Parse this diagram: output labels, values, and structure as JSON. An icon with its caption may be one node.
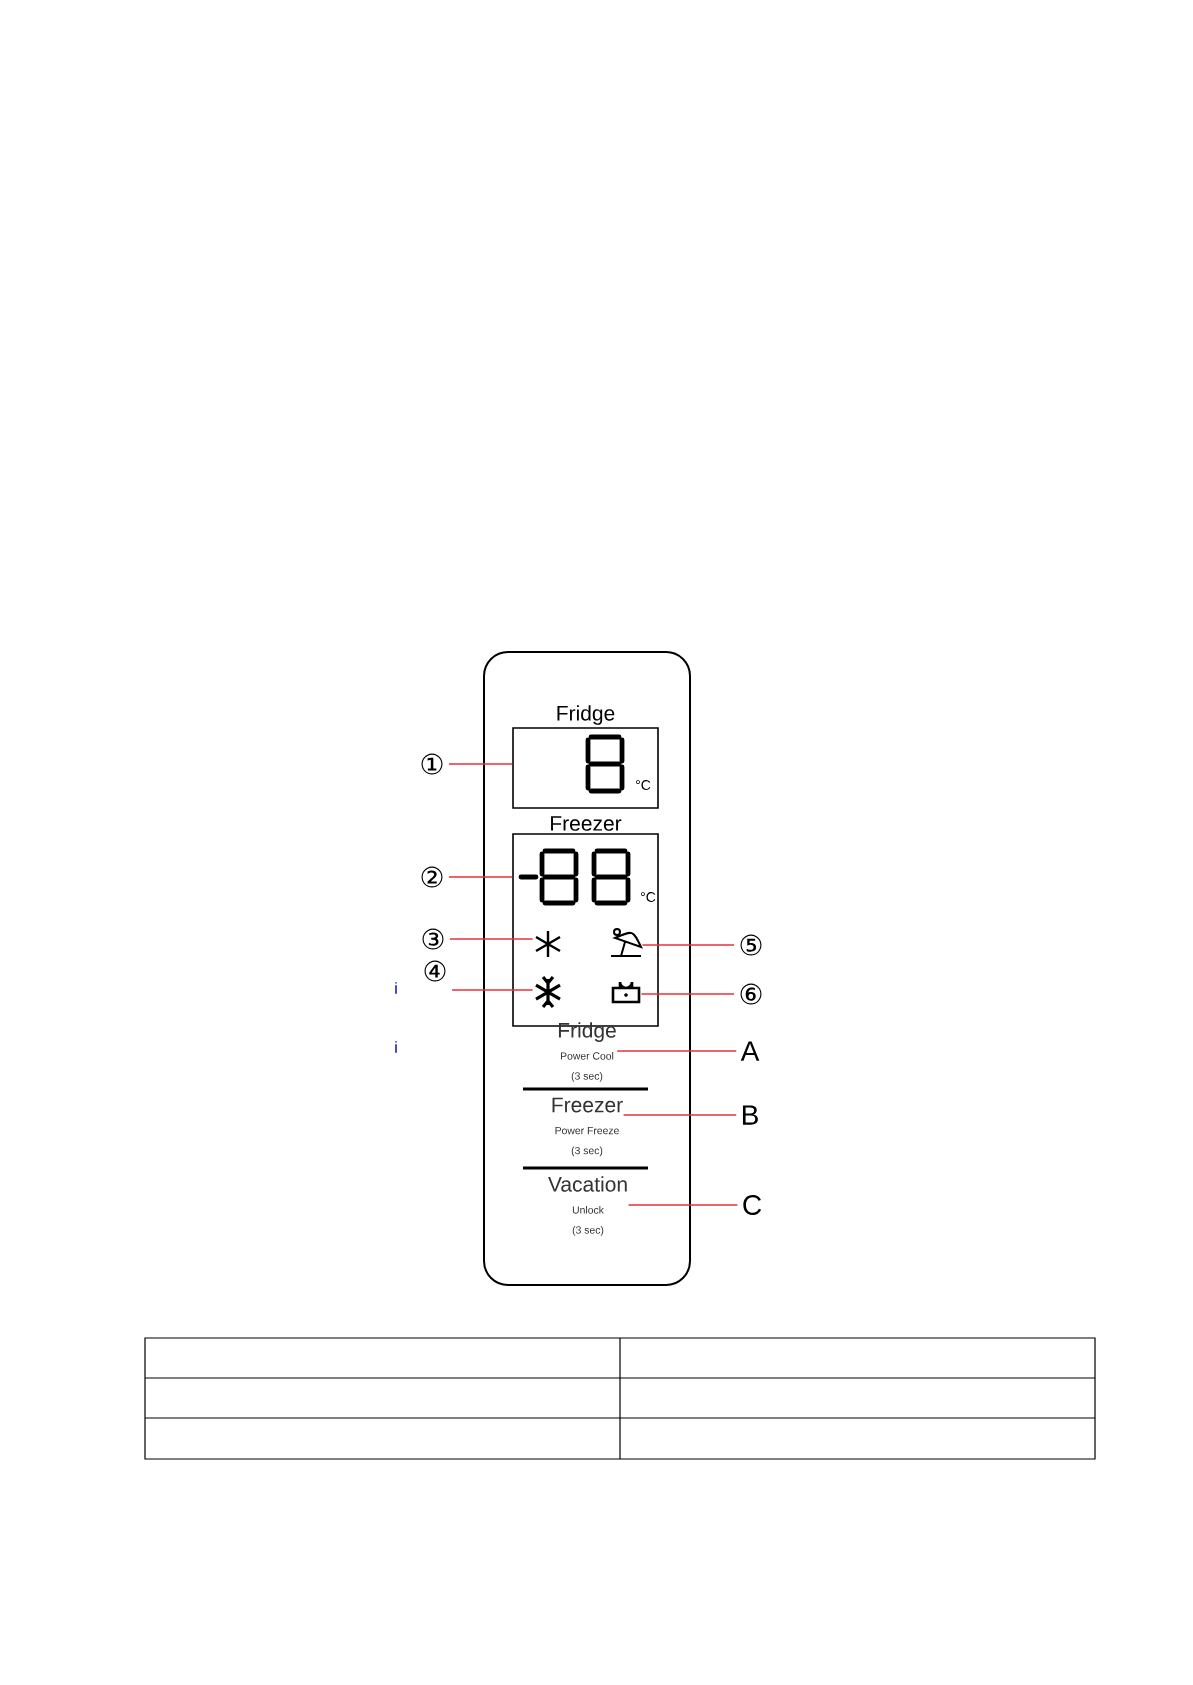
{
  "diagram": {
    "nodes": [
      {
        "text": [],
        "shape": "box"
      },
      {
        "text": [
          "Fridge"
        ],
        "in": 0
      },
      {
        "text": [
          "Freezer"
        ],
        "in": 0
      },
      {
        "text": [],
        "shape": "picture",
        "in": 2
      },
      {
        "text": [],
        "shape": "picture",
        "in": 2
      },
      {
        "text": [],
        "shape": "picture",
        "in": 2
      },
      {
        "text": [],
        "shape": "picture",
        "in": 2
      },
      {
        "text": [
          "Fridge",
          "Power Cool",
          "(3 sec)"
        ],
        "in": 0
      },
      {
        "text": [
          "Freezer",
          "Power Freeze",
          "(3 sec)"
        ],
        "in": 0
      },
      {
        "text": [
          "Vacation",
          "Unlock",
          "(3 sec)"
        ],
        "in": 0
      },
      {
        "text": [
          "①"
        ]
      },
      {
        "text": [
          "②"
        ]
      },
      {
        "text": [
          "③"
        ]
      },
      {
        "text": [
          "④"
        ]
      },
      {
        "text": [
          "⑤"
        ]
      },
      {
        "text": [
          "⑥"
        ]
      },
      {
        "text": [
          "A"
        ]
      },
      {
        "text": [
          "B"
        ]
      },
      {
        "text": [
          "C"
        ]
      }
    ],
    "edges": [
      {
        "from": 10,
        "to": 1,
        "arrow": "none"
      },
      {
        "from": 11,
        "to": 2,
        "arrow": "none"
      },
      {
        "from": 12,
        "to": 3,
        "arrow": "none"
      },
      {
        "from": 13,
        "to": 4,
        "arrow": "none"
      },
      {
        "from": 14,
        "to": 5,
        "arrow": "none"
      },
      {
        "from": 15,
        "to": 6,
        "arrow": "none"
      },
      {
        "from": 16,
        "to": 7,
        "arrow": "none"
      },
      {
        "from": 17,
        "to": 8,
        "arrow": "none"
      },
      {
        "from": 18,
        "to": 9,
        "arrow": "none"
      }
    ],
    "labels": [
      "°C",
      "°C",
      "i",
      "i"
    ]
  }
}
